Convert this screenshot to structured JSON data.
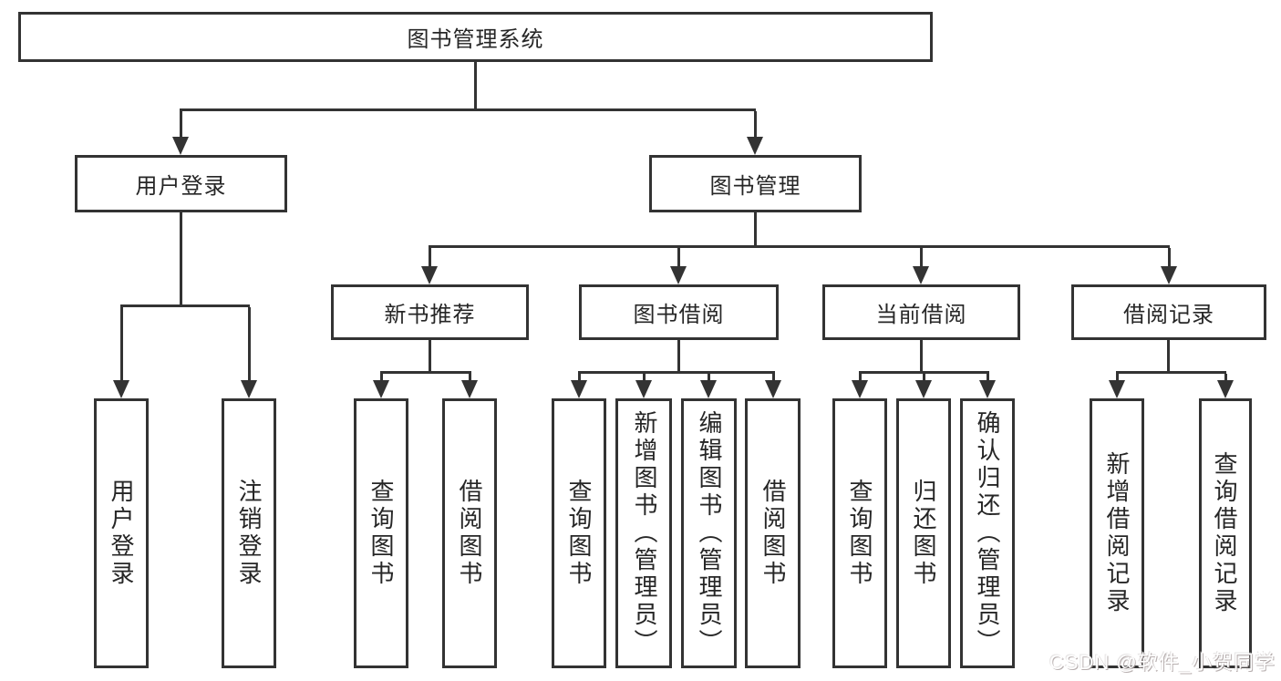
{
  "colors": {
    "line": "#333333",
    "text": "#262626",
    "background": "#ffffff"
  },
  "tree": {
    "root": {
      "label": "图书管理系统"
    },
    "branches": [
      {
        "label": "用户登录",
        "children": [
          {
            "label": "用户登录"
          },
          {
            "label": "注销登录"
          }
        ]
      },
      {
        "label": "图书管理",
        "children": [
          {
            "label": "新书推荐",
            "children": [
              {
                "label": "查询图书"
              },
              {
                "label": "借阅图书"
              }
            ]
          },
          {
            "label": "图书借阅",
            "children": [
              {
                "label": "查询图书"
              },
              {
                "label": "新增图书（管理员）"
              },
              {
                "label": "编辑图书（管理员）"
              },
              {
                "label": "借阅图书"
              }
            ]
          },
          {
            "label": "当前借阅",
            "children": [
              {
                "label": "查询图书"
              },
              {
                "label": "归还图书"
              },
              {
                "label": "确认归还（管理员）"
              }
            ]
          },
          {
            "label": "借阅记录",
            "children": [
              {
                "label": "新增借阅记录"
              },
              {
                "label": "查询借阅记录"
              }
            ]
          }
        ]
      }
    ]
  },
  "watermark": {
    "text": "CSDN @软件_小贺同学"
  }
}
